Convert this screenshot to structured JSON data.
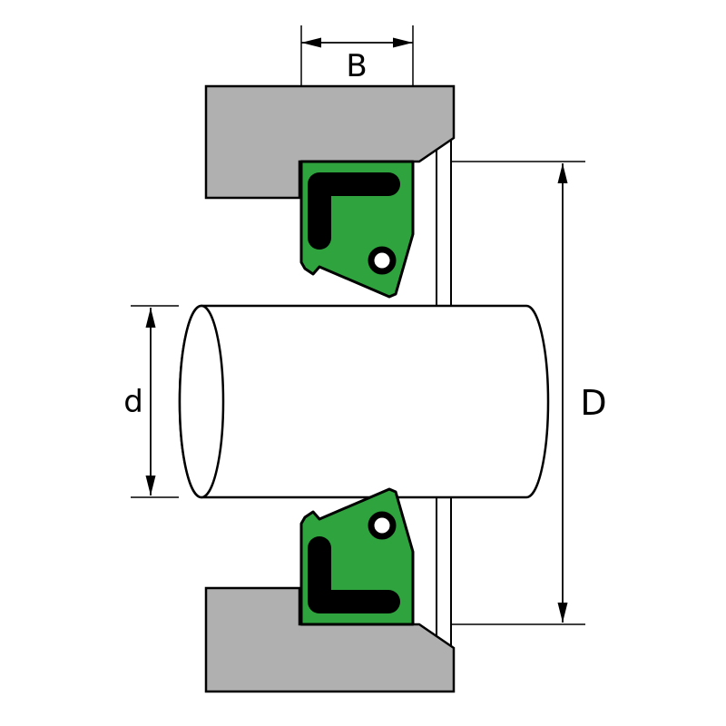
{
  "labels": {
    "width": "B",
    "shaft_diameter": "d",
    "bore_diameter": "D"
  },
  "colors": {
    "background": "#ffffff",
    "housing_gray": "#b0b0b0",
    "seal_green": "#2fa43e",
    "metal_insert_black": "#000000",
    "shaft_white": "#ffffff",
    "outline": "#000000"
  }
}
